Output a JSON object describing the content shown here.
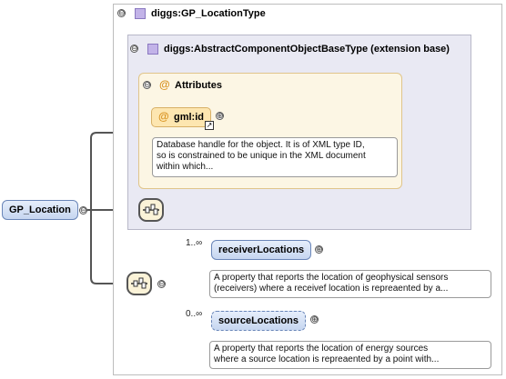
{
  "type": {
    "name": "diggs:GP_LocationType"
  },
  "extension": {
    "name": "diggs:AbstractComponentObjectBaseType (extension base)"
  },
  "attributes": {
    "group_title": "Attributes",
    "items": [
      {
        "name": "gml:id",
        "doc": [
          "Database handle for the object. It is of XML type ID,",
          "so is constrained to be unique in the XML document",
          "within which..."
        ]
      }
    ]
  },
  "root_element": {
    "name": "GP_Location"
  },
  "children": [
    {
      "name": "receiverLocations",
      "cardinality": "1..∞",
      "doc": [
        "A property that reports the location of geophysical sensors",
        "(receivers) where a receivef location is repreaented by a..."
      ]
    },
    {
      "name": "sourceLocations",
      "cardinality": "0..∞",
      "doc": [
        "A property that reports the location of energy sources",
        "where a source location is repreaented by a point with..."
      ]
    }
  ],
  "symbols": {
    "collapse": "⊖",
    "expand": "⊕",
    "attribute_marker": "@"
  }
}
